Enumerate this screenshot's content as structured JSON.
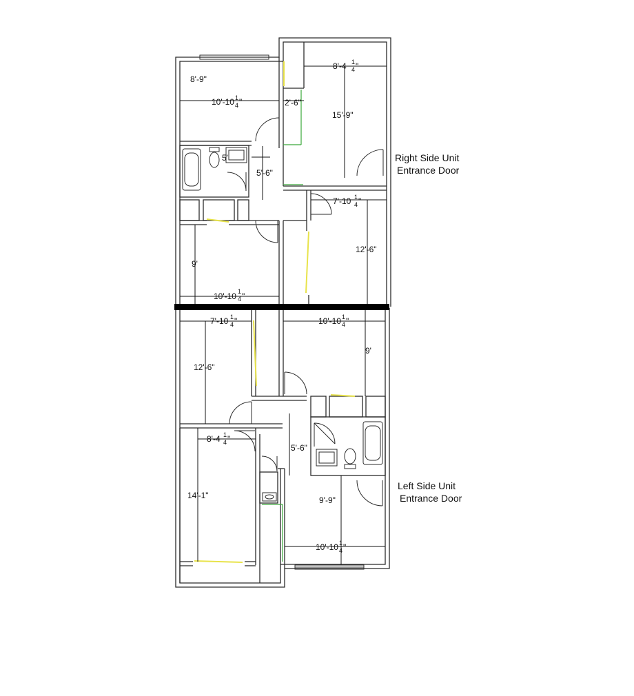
{
  "units": {
    "right": {
      "line1": "Right Side Unit",
      "line2": "Entrance Door"
    },
    "left": {
      "line1": "Left Side Unit",
      "line2": "Entrance Door"
    }
  },
  "dimensions": {
    "r_bed_height": "8'-9\"",
    "r_bed_width_whole": "10'-10",
    "r_bed_width_close": "\"",
    "r_closet_width": "2'-6\"",
    "r_living_width_whole": "8'-4",
    "r_living_width_close": "\"",
    "r_living_depth": "15'-9\"",
    "r_bath_width": "5'",
    "r_hall_width": "5'-6\"",
    "r_bed2_width_whole": "7'-10",
    "r_bed2_width_close": "\"",
    "r_bed2_depth": "12'-6\"",
    "r_bed3_depth": "9'",
    "r_bed3_width_whole": "10'-10",
    "r_bed3_width_close": "\"",
    "l_bed2_width_whole": "7'-10",
    "l_bed2_width_close": "\"",
    "l_bed2_depth": "12'-6\"",
    "l_bed3_width_whole": "10'-10",
    "l_bed3_width_close": "\"",
    "l_bed3_depth": "9'",
    "l_living_width_whole": "8'-4",
    "l_living_width_close": "\"",
    "l_living_depth": "14'-1\"",
    "l_hall_width": "5'-6\"",
    "l_bed_height": "9'-9\"",
    "l_bed_width_whole": "10'-10",
    "l_bed_width_close": "\""
  },
  "fraction": {
    "num": "1",
    "den": "4"
  }
}
